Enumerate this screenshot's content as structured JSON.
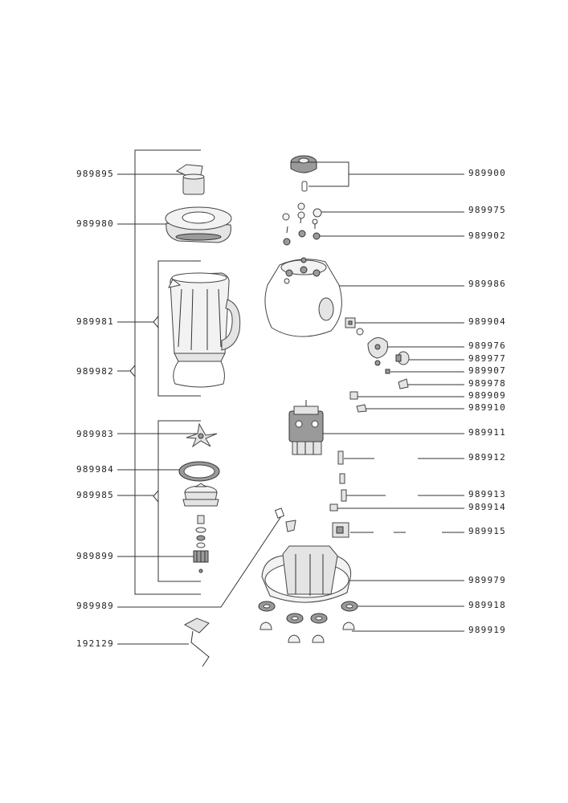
{
  "parts_left": [
    {
      "id": "989895"
    },
    {
      "id": "989980"
    },
    {
      "id": "989981"
    },
    {
      "id": "989982"
    },
    {
      "id": "989983"
    },
    {
      "id": "989984"
    },
    {
      "id": "989985"
    },
    {
      "id": "989899"
    },
    {
      "id": "989989"
    },
    {
      "id": "192129"
    }
  ],
  "parts_right": [
    {
      "id": "989900"
    },
    {
      "id": "989975"
    },
    {
      "id": "989902"
    },
    {
      "id": "989986"
    },
    {
      "id": "989904"
    },
    {
      "id": "989976"
    },
    {
      "id": "989977"
    },
    {
      "id": "989907"
    },
    {
      "id": "989978"
    },
    {
      "id": "989909"
    },
    {
      "id": "989910"
    },
    {
      "id": "989911"
    },
    {
      "id": "989912"
    },
    {
      "id": "989913"
    },
    {
      "id": "989914"
    },
    {
      "id": "989915"
    },
    {
      "id": "989979"
    },
    {
      "id": "989918"
    },
    {
      "id": "989919"
    }
  ]
}
